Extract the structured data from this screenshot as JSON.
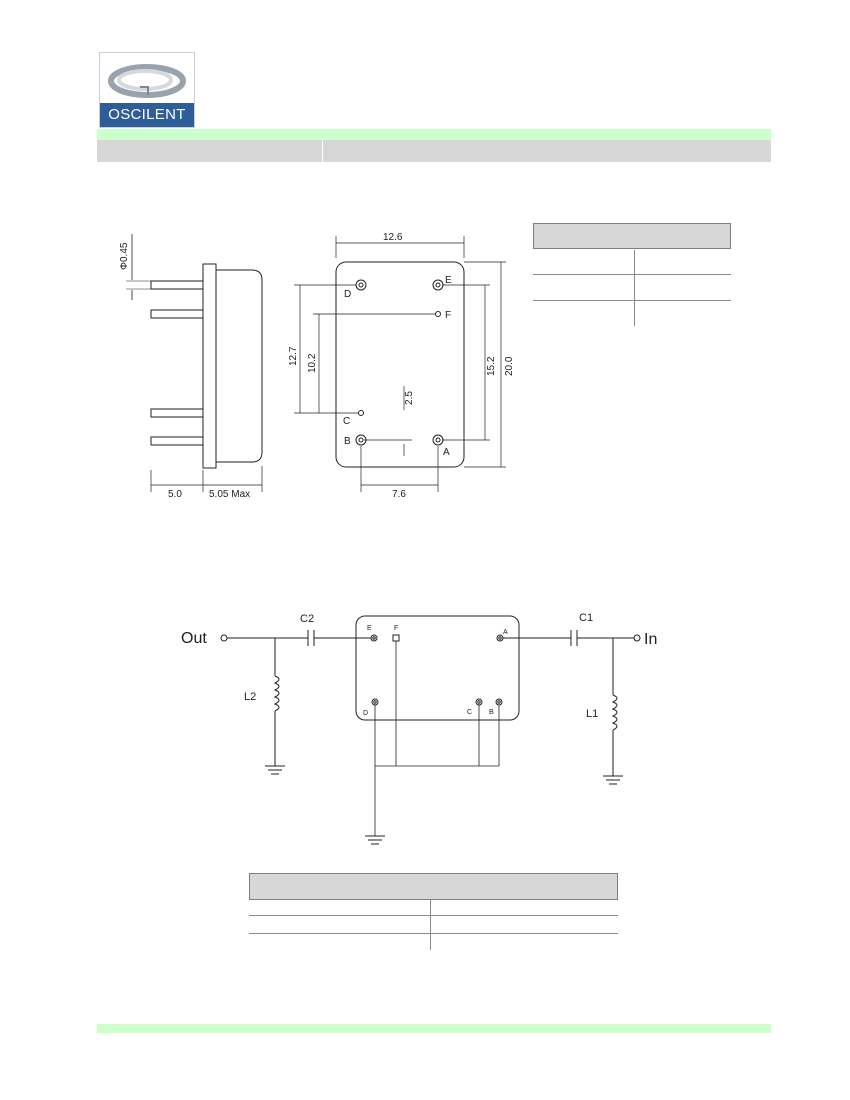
{
  "logo": {
    "name": "OSCILENT"
  },
  "dimensions": {
    "pin_diameter": "Φ0.45",
    "width": "12.6",
    "d_to_c": "12.7",
    "f_to_c": "10.2",
    "c_to_b": "2.5",
    "e_to_a": "15.2",
    "height": "20.0",
    "pin_length": "5.0",
    "body_height": "5.05 Max",
    "b_to_a": "7.6"
  },
  "pins": {
    "a": "A",
    "b": "B",
    "c": "C",
    "d": "D",
    "e": "E",
    "f": "F"
  },
  "circuit": {
    "out": "Out",
    "in": "In",
    "c1": "C1",
    "c2": "C2",
    "l1": "L1",
    "l2": "L2"
  }
}
